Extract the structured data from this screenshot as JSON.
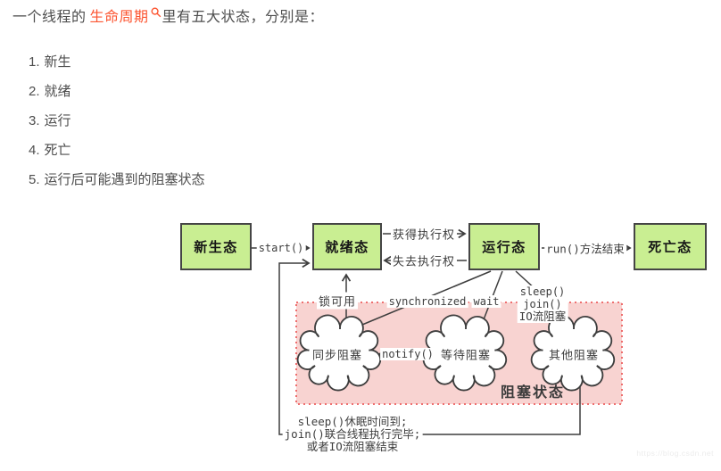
{
  "intro": {
    "prefix": "一个线程的",
    "link_text": "生命周期",
    "suffix": "里有五大状态，分别是："
  },
  "list": [
    {
      "num": "1.",
      "text": "新生"
    },
    {
      "num": "2.",
      "text": "就绪"
    },
    {
      "num": "3.",
      "text": "运行"
    },
    {
      "num": "4.",
      "text": "死亡"
    },
    {
      "num": "5.",
      "text": "运行后可能遇到的阻塞状态"
    }
  ],
  "diagram": {
    "states": {
      "new": "新生态",
      "ready": "就绪态",
      "running": "运行态",
      "dead": "死亡态"
    },
    "clouds": {
      "sync": "同步阻塞",
      "wait": "等待阻塞",
      "other": "其他阻塞"
    },
    "labels": {
      "start": "start()",
      "gain": "获得执行权",
      "lose": "失去执行权",
      "run_end": "run()方法结束",
      "lock": "锁可用",
      "synchronized": "synchronized",
      "wait": "wait",
      "sleep": "sleep()",
      "join": "join()",
      "io_block": "IO流阻塞",
      "notify": "notify()",
      "blocked_area": "阻塞状态",
      "return_line1": "sleep()休眠时间到;",
      "return_line2": "join()联合线程执行完毕;",
      "return_line3": "或者IO流阻塞结束"
    },
    "colors": {
      "state_fill": "#c9ee92",
      "state_border": "#454545",
      "blocked_fill": "#f8d3d1",
      "blocked_border": "#ee6f6f",
      "line": "#3d3d3d",
      "link": "#fc5531"
    }
  },
  "watermark": "https://blog.csdn.net"
}
